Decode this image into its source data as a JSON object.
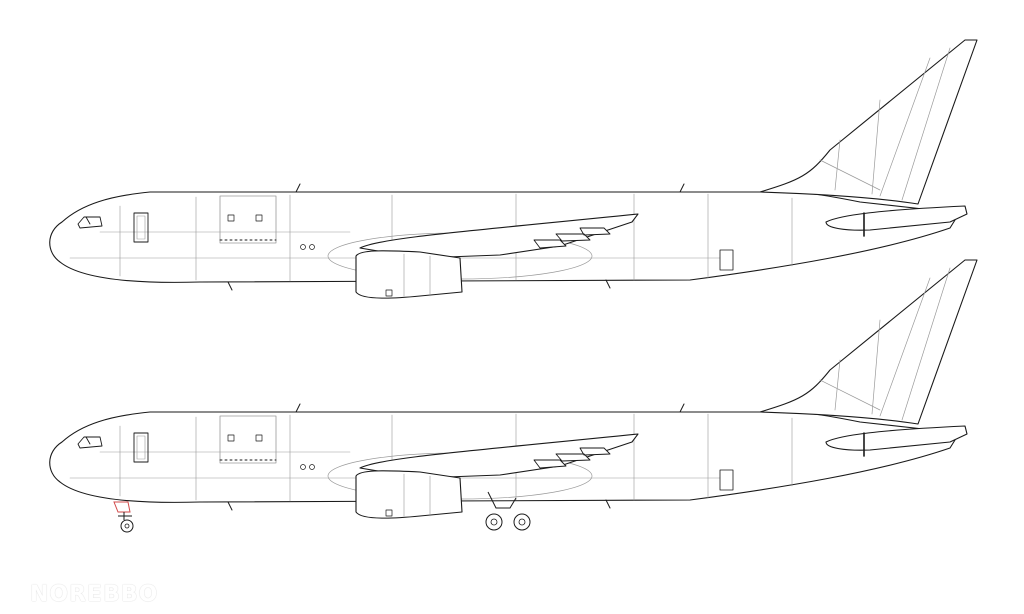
{
  "figure": {
    "views": [
      {
        "name": "side-profile-gear-up",
        "landing_gear": "retracted"
      },
      {
        "name": "side-profile-gear-down",
        "landing_gear": "extended"
      }
    ],
    "colors": {
      "outline": "#1a1a1a",
      "panel_lines": "#9a9a9a",
      "background": "#ffffff",
      "nose_gear_accent": "#d24a4a"
    }
  },
  "watermark": {
    "text": "NOREBBO"
  }
}
